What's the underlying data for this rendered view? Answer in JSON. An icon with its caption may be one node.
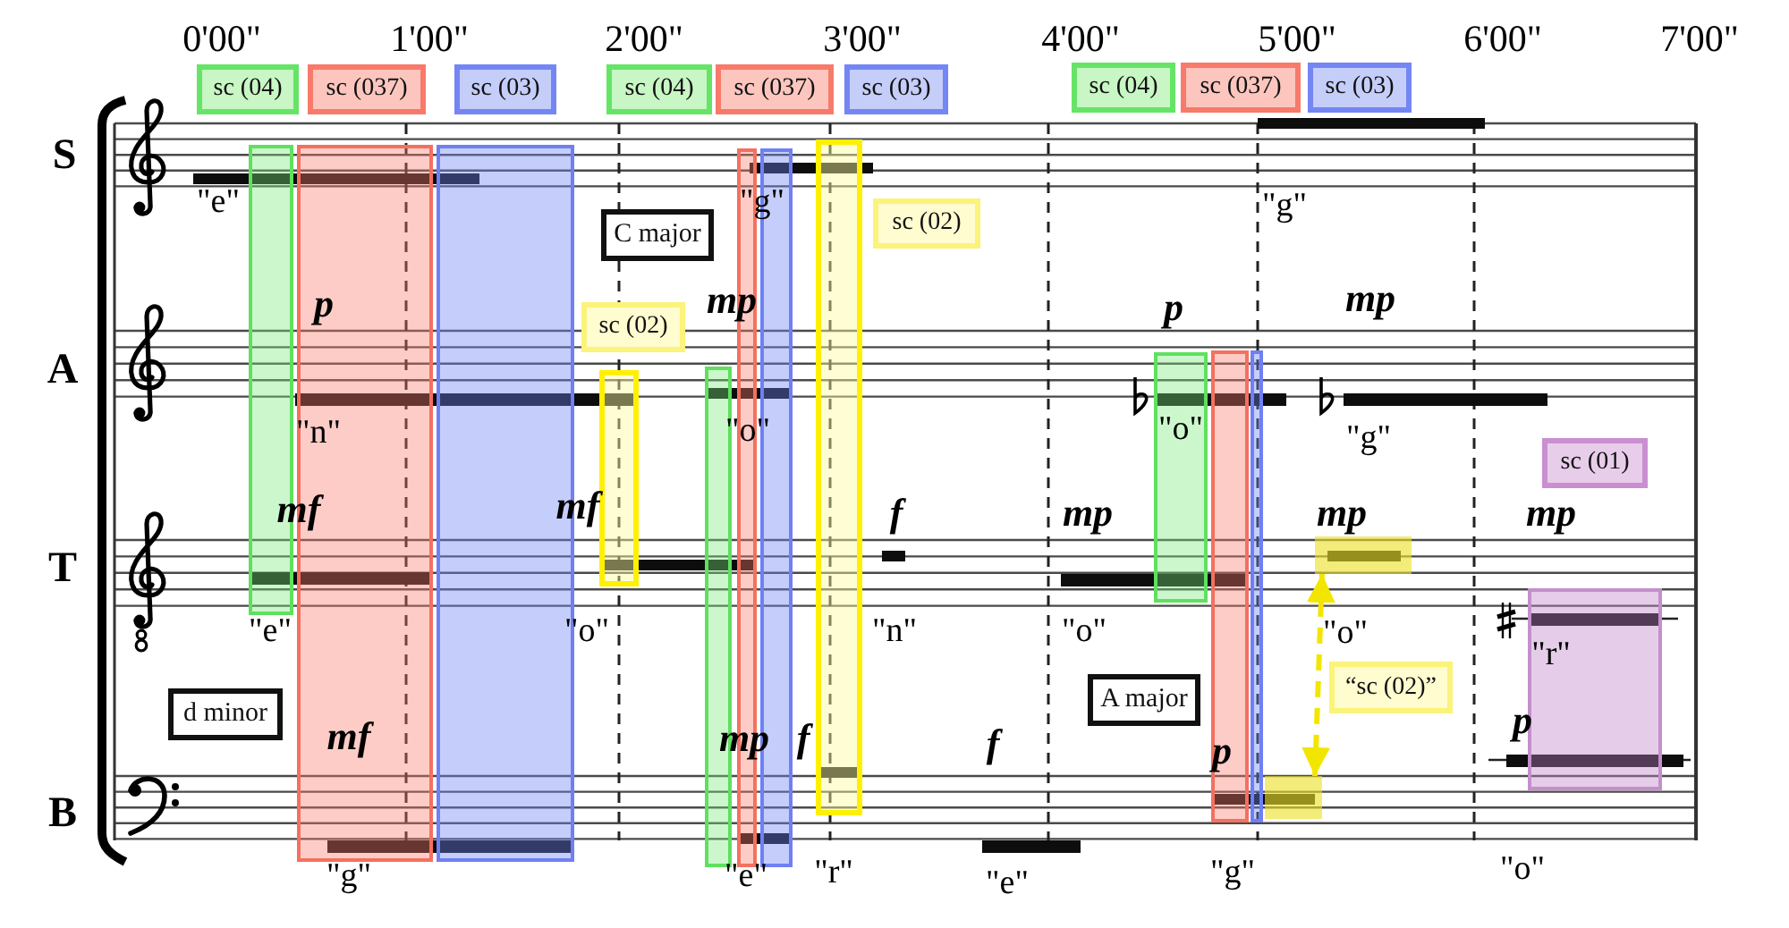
{
  "diagram": {
    "nodes": [
      {
        "text": [
          "sc (04)"
        ]
      },
      {
        "text": [
          "sc (037)"
        ]
      },
      {
        "text": [
          "sc (03)"
        ]
      },
      {
        "text": [
          "sc (04)"
        ]
      },
      {
        "text": [
          "sc (037)"
        ]
      },
      {
        "text": [
          "sc (03)"
        ]
      },
      {
        "text": [
          "sc (04)"
        ]
      },
      {
        "text": [
          "sc (037)"
        ]
      },
      {
        "text": [
          "sc (03)"
        ]
      },
      {
        "text": [
          "C major"
        ]
      },
      {
        "text": [
          "sc (02)"
        ]
      },
      {
        "text": [
          "sc (02)"
        ]
      },
      {
        "text": [
          "sc (01)"
        ]
      },
      {
        "text": [
          "d minor"
        ]
      },
      {
        "text": [
          "A major"
        ]
      },
      {
        "text": [
          "“sc (02)”"
        ]
      },
      {
        "text": [],
        "shape": "box"
      },
      {
        "text": [],
        "shape": "box"
      },
      {
        "text": [],
        "shape": "box"
      },
      {
        "text": [],
        "shape": "box"
      },
      {
        "text": [],
        "shape": "box"
      },
      {
        "text": [],
        "shape": "box"
      },
      {
        "text": [],
        "shape": "box"
      },
      {
        "text": [],
        "shape": "box"
      },
      {
        "text": [],
        "shape": "box"
      },
      {
        "text": [],
        "shape": "box"
      },
      {
        "text": [],
        "shape": "box"
      },
      {
        "text": [],
        "shape": "box"
      },
      {
        "text": [],
        "shape": "box"
      },
      {
        "text": [],
        "shape": "box"
      }
    ],
    "edges": [
      {
        "from": 28,
        "to": 27,
        "arrow": "both",
        "style": "dashed",
        "color": "#f2e600"
      }
    ],
    "labels": [
      "0'00\"",
      "1'00\"",
      "2'00\"",
      "3'00\"",
      "4'00\"",
      "5'00\"",
      "6'00\"",
      "7'00\"",
      "S",
      "\"e\"",
      "\"g\"",
      "\"g\"",
      "p",
      "mp",
      "p",
      "mp",
      "A",
      "\"n\"",
      "\"o\"",
      "\"o\"",
      "\"g\"",
      "mf",
      "mf",
      "f",
      "mp",
      "mp",
      "mp",
      "T",
      "\"e\"",
      "\"o\"",
      "\"n\"",
      "\"o\"",
      "\"o\"",
      "\"r\"",
      "mf",
      "mp",
      "f",
      "f",
      "p",
      "p",
      "B",
      "\"g\"",
      "\"e\"",
      "\"r\"",
      "\"e\"",
      "\"g\"",
      "\"o\""
    ]
  }
}
